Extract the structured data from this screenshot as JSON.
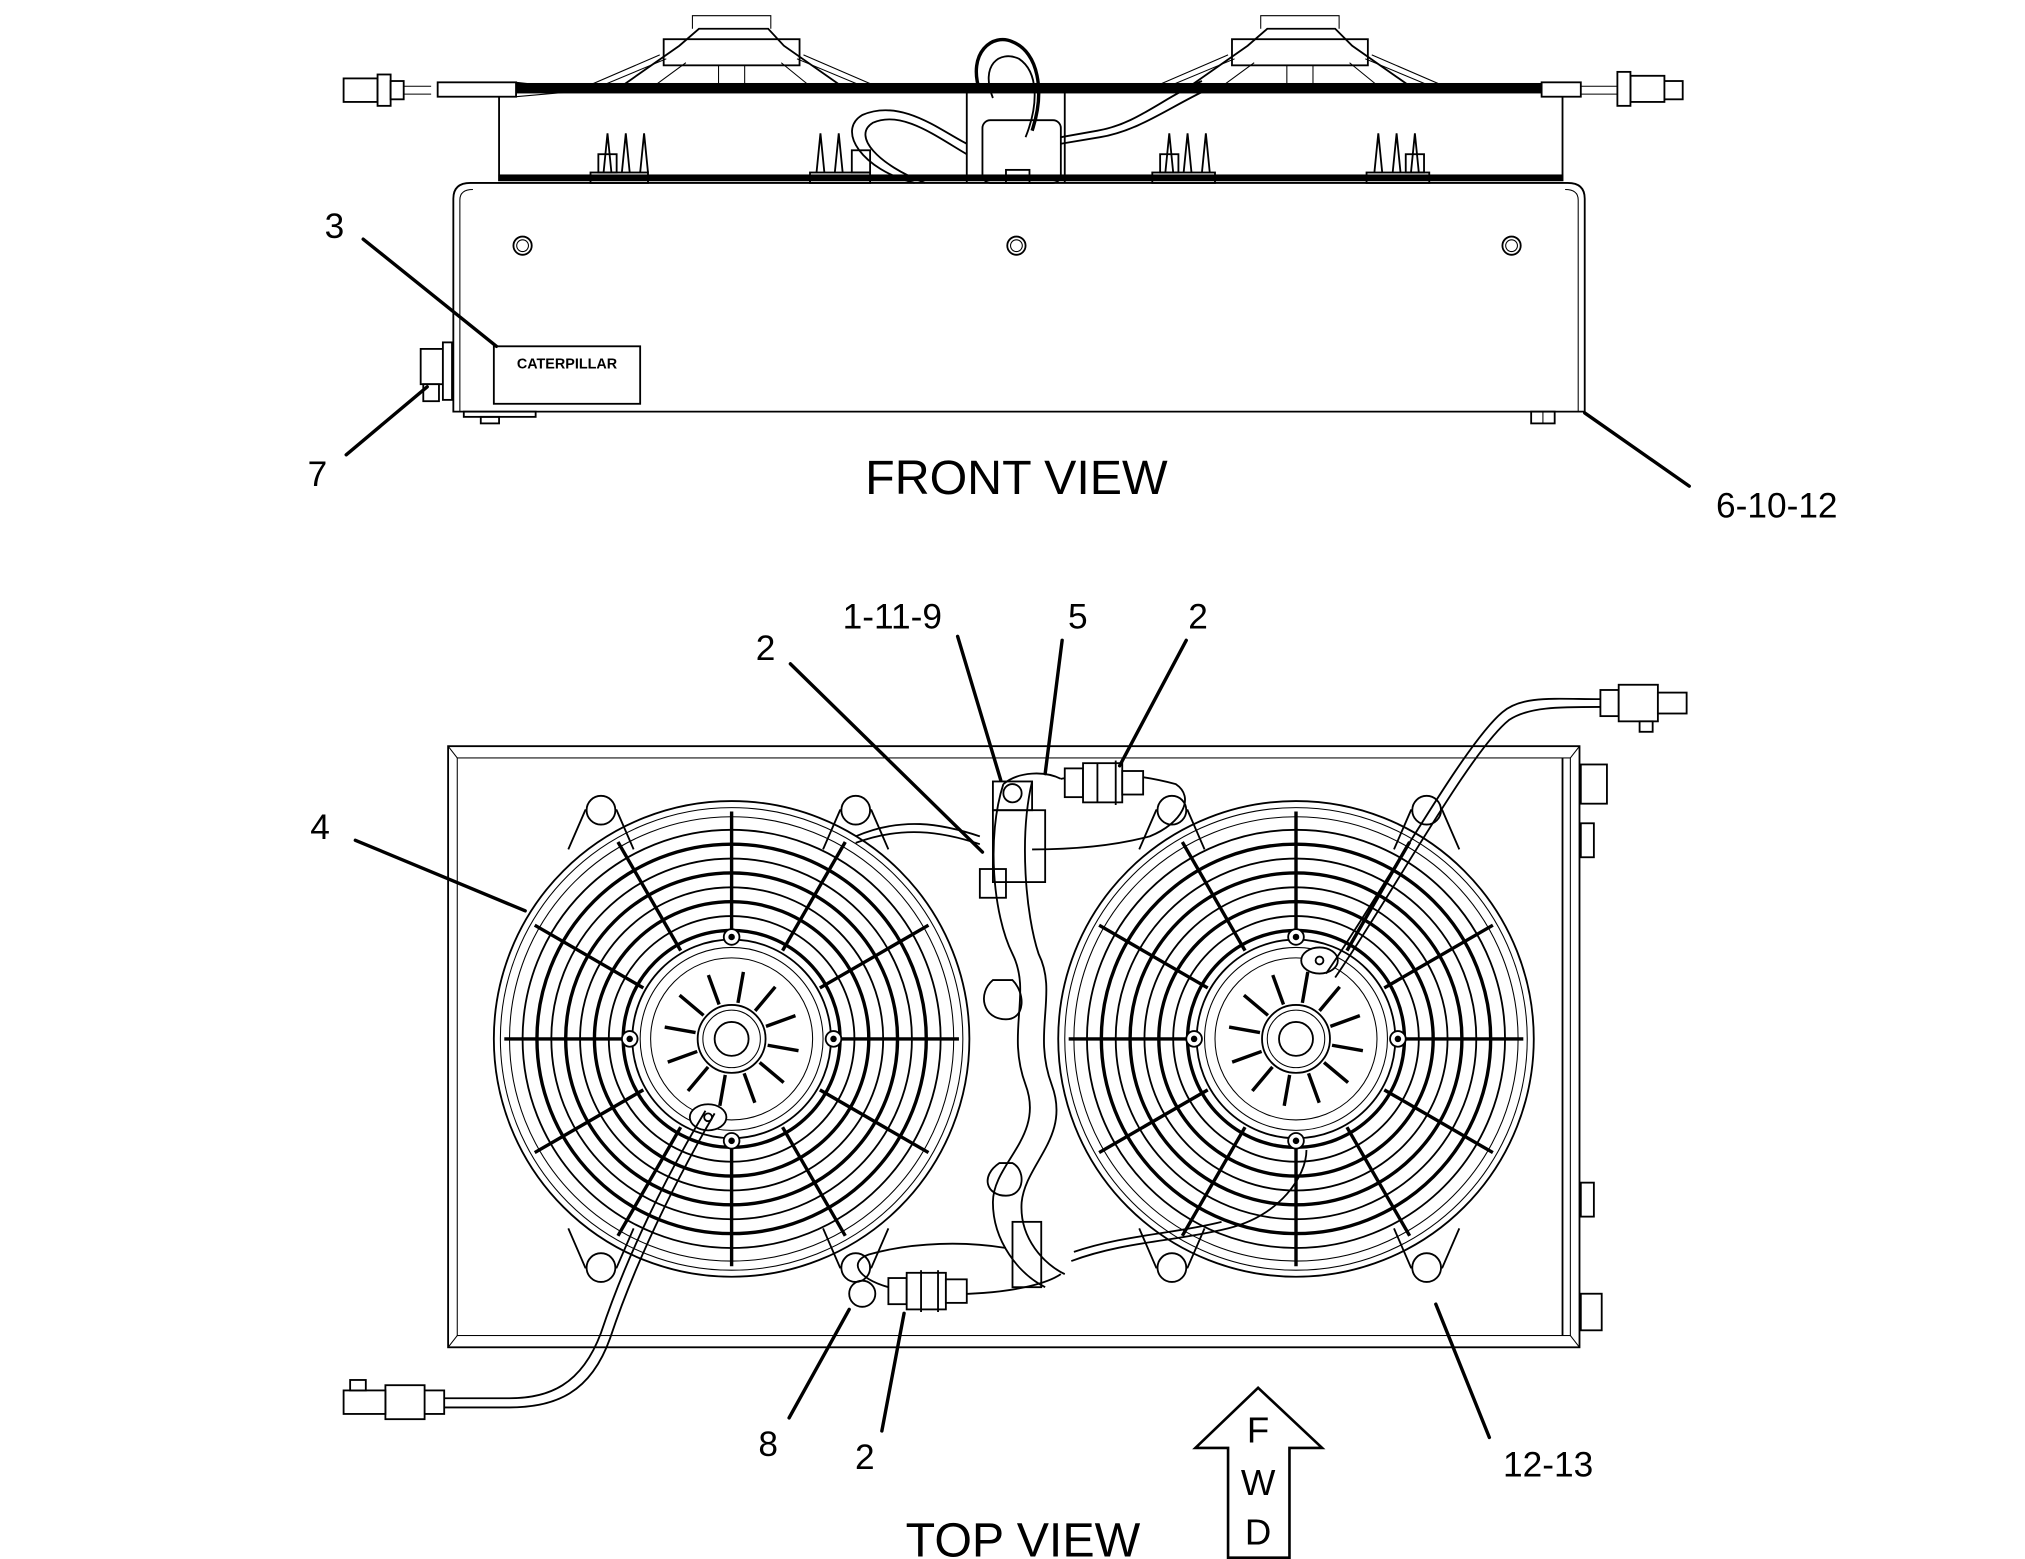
{
  "drawing": {
    "front_view": {
      "title": "FRONT VIEW",
      "decal_text": "CATERPILLAR",
      "callouts": [
        {
          "id": "callout-3",
          "label": "3",
          "target": "decal"
        },
        {
          "id": "callout-7",
          "label": "7",
          "target": "connector"
        },
        {
          "id": "callout-6-10-12",
          "label": "6-10-12",
          "target": "mounting-bolt"
        }
      ]
    },
    "top_view": {
      "title": "TOP VIEW",
      "direction_arrow": {
        "letters": [
          "F",
          "W",
          "D"
        ]
      },
      "callouts": [
        {
          "id": "callout-2-upper-left",
          "label": "2",
          "target": "harness-clip"
        },
        {
          "id": "callout-1-11-9",
          "label": "1-11-9",
          "target": "bracket"
        },
        {
          "id": "callout-5",
          "label": "5",
          "target": "harness"
        },
        {
          "id": "callout-2-upper-right",
          "label": "2",
          "target": "connector-clip"
        },
        {
          "id": "callout-4",
          "label": "4",
          "target": "fan-assembly"
        },
        {
          "id": "callout-8",
          "label": "8",
          "target": "clip"
        },
        {
          "id": "callout-2-lower",
          "label": "2",
          "target": "connector-clip"
        },
        {
          "id": "callout-12-13",
          "label": "12-13",
          "target": "mount-bolt"
        }
      ]
    }
  },
  "colors": {
    "line": "#000000",
    "background": "#ffffff"
  }
}
